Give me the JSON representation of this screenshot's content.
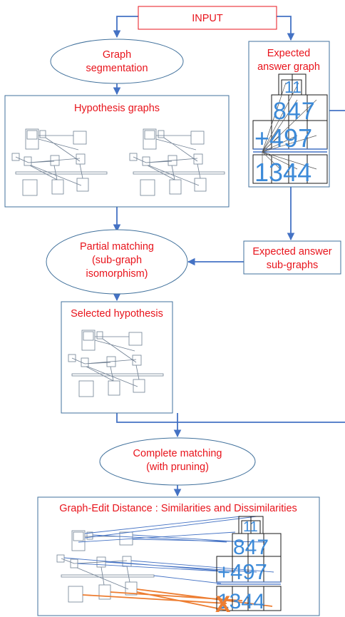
{
  "nodes": {
    "input": "INPUT",
    "graph_segmentation": [
      "Graph",
      "segmentation"
    ],
    "expected_answer_graph": [
      "Expected",
      "answer graph"
    ],
    "hypothesis_graphs": "Hypothesis graphs",
    "partial_matching": [
      "Partial matching",
      "(sub-graph",
      "isomorphism)"
    ],
    "expected_answer_subgraphs": [
      "Expected answer",
      "sub-graphs"
    ],
    "selected_hypothesis": "Selected hypothesis",
    "complete_matching": [
      "Complete matching",
      "(with pruning)"
    ],
    "ged": "Graph-Edit Distance : Similarities and Dissimilarities"
  },
  "expected_answer_grid": {
    "rows": [
      "11",
      "847",
      "+497",
      "1344"
    ]
  },
  "ged_grid": {
    "rows": [
      "11",
      "847",
      "+497",
      "1344"
    ],
    "mismatch_marker": "X"
  },
  "colors": {
    "label_red": "#e8141c",
    "box_border": "#41719c",
    "arrow_blue": "#4472c4",
    "digit_blue": "#3c8ad8",
    "mismatch_orange": "#ed7d31"
  }
}
